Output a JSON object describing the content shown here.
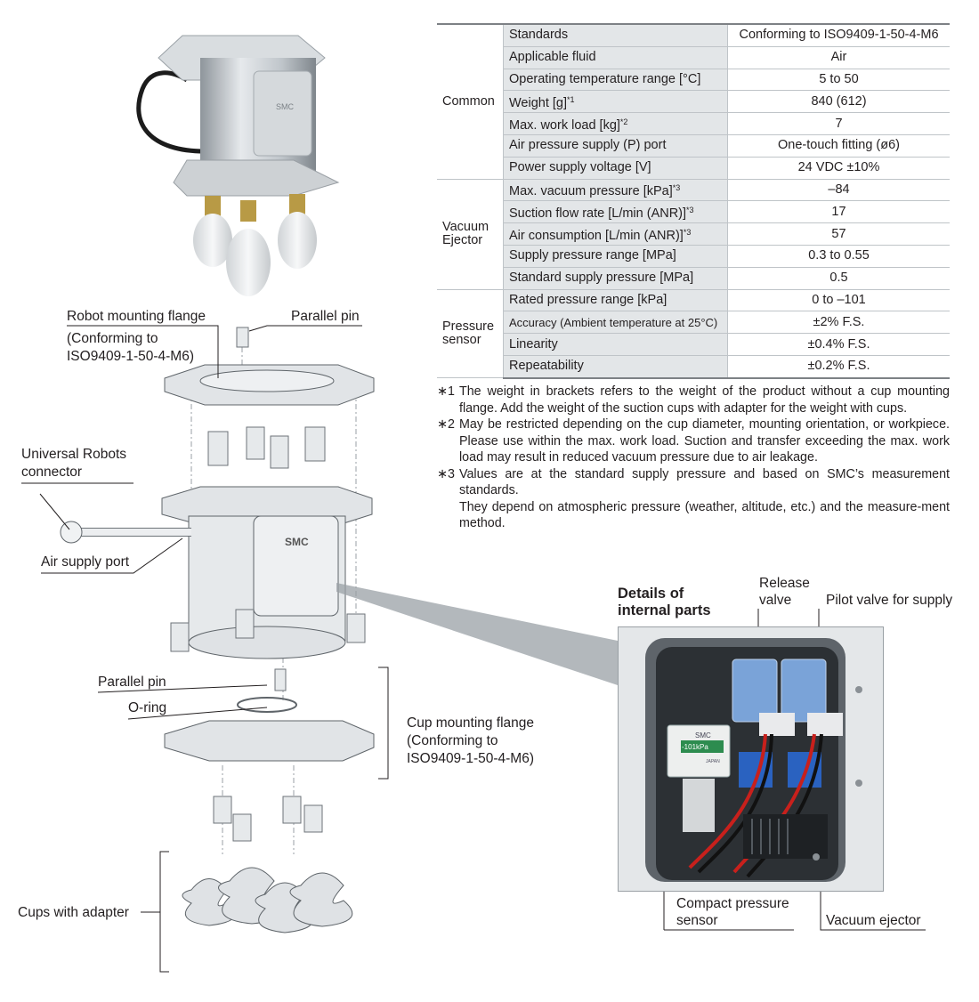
{
  "spec_table": {
    "groups": [
      {
        "name": "Common",
        "rows": [
          {
            "item": "Standards",
            "value": "Conforming to ISO9409-1-50-4-M6"
          },
          {
            "item": "Applicable fluid",
            "value": "Air"
          },
          {
            "item": "Operating temperature range [°C]",
            "value": "5 to 50"
          },
          {
            "item": "Weight [g]",
            "note": "*1",
            "value": "840 (612)"
          },
          {
            "item": "Max. work load [kg]",
            "note": "*2",
            "value": "7"
          },
          {
            "item": "Air pressure supply (P) port",
            "value": "One-touch fitting (ø6)"
          },
          {
            "item": "Power supply voltage [V]",
            "value": "24 VDC ±10%"
          }
        ]
      },
      {
        "name_line1": "Vacuum",
        "name_line2": "Ejector",
        "rows": [
          {
            "item": "Max. vacuum pressure [kPa]",
            "note": "*3",
            "value": "–84"
          },
          {
            "item": "Suction flow rate [L/min (ANR)]",
            "note": "*3",
            "value": "17"
          },
          {
            "item": "Air consumption [L/min (ANR)]",
            "note": "*3",
            "value": "57"
          },
          {
            "item": "Supply pressure range [MPa]",
            "value": "0.3 to 0.55"
          },
          {
            "item": "Standard supply pressure [MPa]",
            "value": "0.5"
          }
        ]
      },
      {
        "name_line1": "Pressure",
        "name_line2": "sensor",
        "rows": [
          {
            "item": "Rated pressure range [kPa]",
            "value": "0 to –101"
          },
          {
            "item": "Accuracy (Ambient temperature at 25°C)",
            "value": "±2% F.S."
          },
          {
            "item": "Linearity",
            "value": "±0.4% F.S."
          },
          {
            "item": "Repeatability",
            "value": "±0.2% F.S."
          }
        ]
      }
    ]
  },
  "notes": [
    {
      "mark": "∗1",
      "text": "The weight in brackets refers to the weight of the product without a cup mounting flange. Add the weight of the suction cups with adapter for the weight with cups."
    },
    {
      "mark": "∗2",
      "text": "May be restricted depending on the cup diameter, mounting orientation, or workpiece. Please use within the max. work load. Suction and transfer exceeding the max. work load may result in reduced vacuum pressure due to air leakage."
    },
    {
      "mark": "∗3",
      "text": "Values are at the standard supply pressure and based on SMC’s measurement standards.",
      "text2": "They depend on atmospheric pressure (weather, altitude, etc.) and the measure-ment method."
    }
  ],
  "exploded_labels": {
    "robot_flange_1": "Robot mounting flange",
    "robot_flange_2": "(Conforming to",
    "robot_flange_3": "ISO9409-1-50-4-M6)",
    "parallel_pin_top": "Parallel pin",
    "ur_connector_1": "Universal Robots",
    "ur_connector_2": "connector",
    "air_supply_port": "Air supply port",
    "parallel_pin_bottom": "Parallel pin",
    "o_ring": "O-ring",
    "cup_flange_1": "Cup mounting flange",
    "cup_flange_2": "(Conforming to",
    "cup_flange_3": "ISO9409-1-50-4-M6)",
    "cups_with_adapter": "Cups with adapter"
  },
  "details": {
    "title_1": "Details of",
    "title_2": "internal parts",
    "release_valve_1": "Release",
    "release_valve_2": "valve",
    "pilot_valve": "Pilot valve for supply",
    "compact_sensor_1": "Compact pressure",
    "compact_sensor_2": "sensor",
    "vacuum_ejector": "Vacuum ejector",
    "sensor_brand": "SMC",
    "sensor_reading": "-101kPa",
    "sensor_origin": "JAPAN"
  },
  "brand_logo": "SMC",
  "colors": {
    "table_item_bg": "#e3e6e8",
    "table_border": "#bfc4c8",
    "rule": "#7d8185",
    "metal": "#c9ced3"
  }
}
